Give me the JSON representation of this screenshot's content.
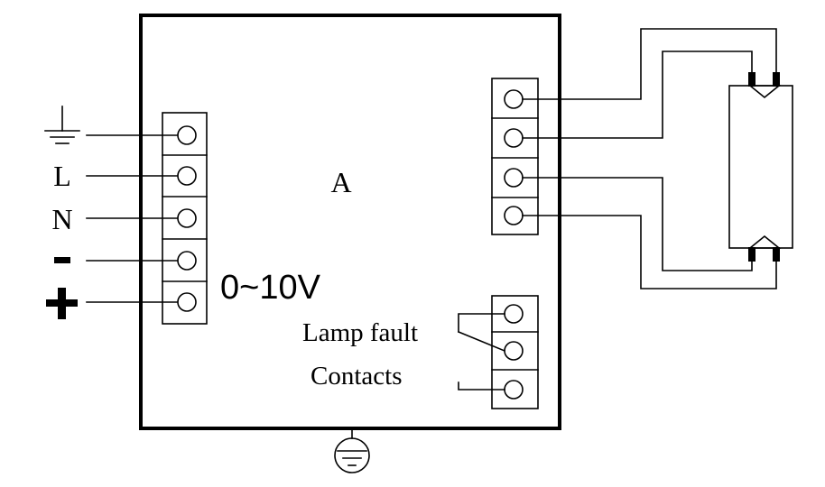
{
  "labels": {
    "box": "A",
    "line": "L",
    "neutral": "N",
    "minus": "-",
    "plus": "+",
    "dimming": "0~10V",
    "fault_line1": "Lamp fault",
    "fault_line2": "Contacts"
  },
  "colors": {
    "stroke": "#000000",
    "background": "#ffffff"
  },
  "icons": {
    "earth_input": "earth-ground-icon",
    "chassis_ground": "protective-earth-icon"
  }
}
